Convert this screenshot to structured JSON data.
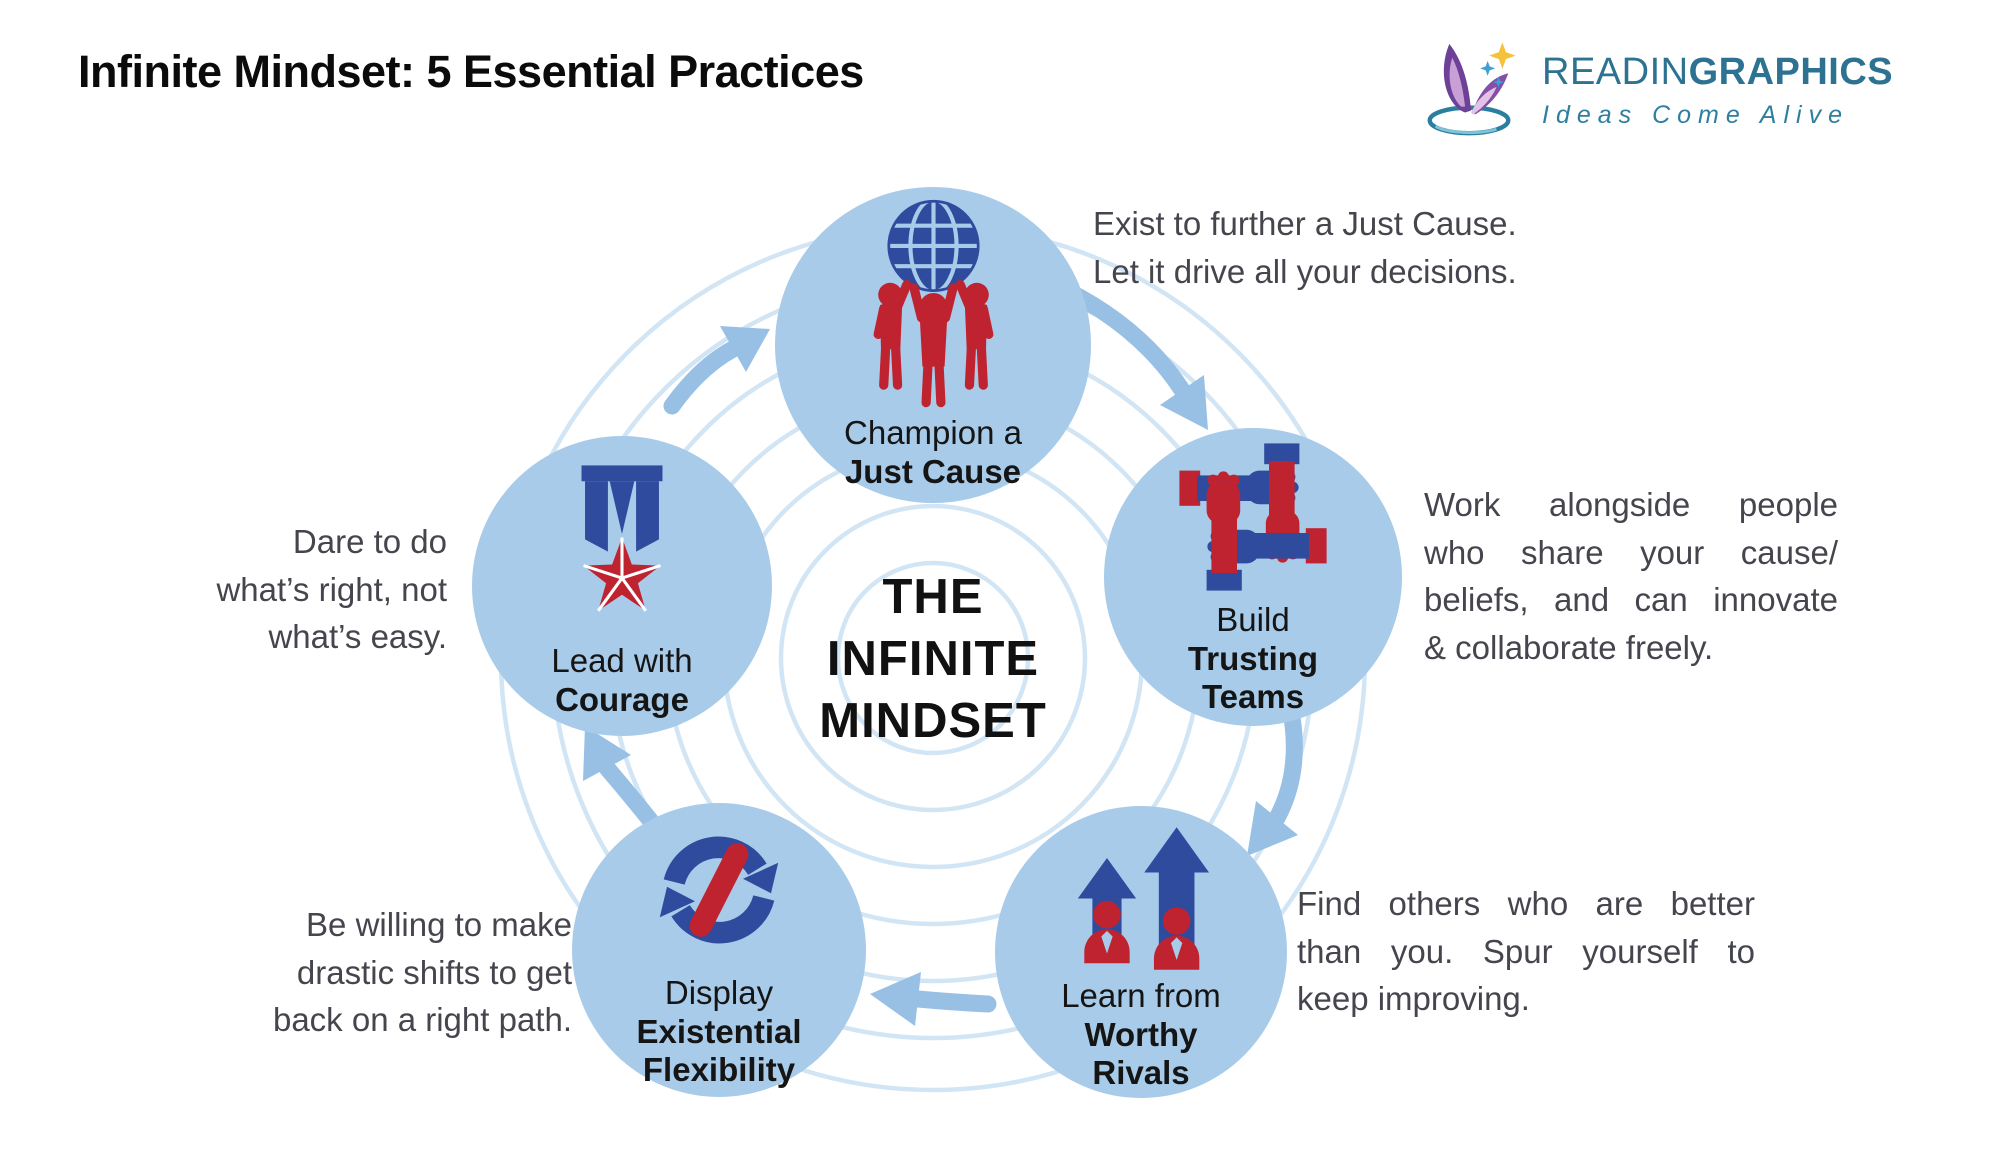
{
  "page": {
    "title": "Infinite Mindset: 5 Essential Practices"
  },
  "logo": {
    "icon": "book-sparkle-logo-icon",
    "name_regular": "READIN",
    "name_bold": "GRAPHICS",
    "tagline": "Ideas Come Alive"
  },
  "center": {
    "lines": [
      "THE",
      "INFINITE",
      "MINDSET"
    ]
  },
  "practices": [
    {
      "id": "just-cause",
      "icon": "globe-team-icon",
      "label_regular": "Champion a",
      "label_bold": "Just Cause",
      "note_lines": [
        "Exist to further a Just Cause.",
        "Let it drive all your decisions."
      ]
    },
    {
      "id": "trusting-teams",
      "icon": "interlocked-hands-icon",
      "label_regular": "Build",
      "label_bold": "Trusting Teams",
      "note_lines": [
        "Work alongside people",
        "who share your cause/",
        "beliefs, and can innovate",
        "& collaborate freely."
      ]
    },
    {
      "id": "worthy-rivals",
      "icon": "rising-rivals-icon",
      "label_regular": "Learn from",
      "label_bold": "Worthy Rivals",
      "note_lines": [
        "Find others who are better",
        "than you. Spur yourself to",
        "keep improving."
      ]
    },
    {
      "id": "existential-flexibility",
      "icon": "cycle-shift-icon",
      "label_regular": "Display",
      "label_bold": "Existential Flexibility",
      "note_lines": [
        "Be willing to make",
        "drastic shifts to get",
        "back on a right path."
      ]
    },
    {
      "id": "courage",
      "icon": "medal-star-icon",
      "label_regular": "Lead with",
      "label_bold": "Courage",
      "note_lines": [
        "Dare to do",
        "what’s right, not",
        "what’s easy."
      ]
    }
  ],
  "colors": {
    "circle_fill": "#a7cbe9",
    "arrow_fill": "#98c0e5",
    "ring_stroke": "#d2e5f4",
    "icon_red": "#bf2330",
    "icon_blue": "#2e4b9e",
    "brand_teal": "#2d7391",
    "note_text": "#45454e"
  }
}
